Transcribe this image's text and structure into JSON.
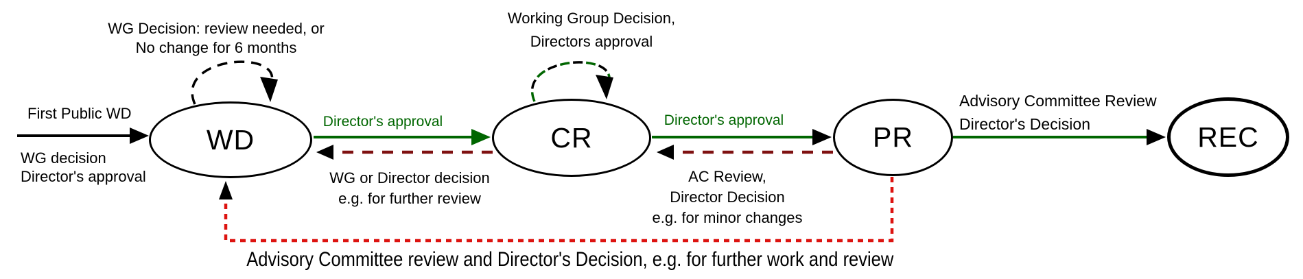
{
  "nodes": {
    "wd": {
      "label": "WD"
    },
    "cr": {
      "label": "CR"
    },
    "pr": {
      "label": "PR"
    },
    "rec": {
      "label": "REC"
    }
  },
  "edges": {
    "start_to_wd": {
      "title": "First Public WD",
      "lines": [
        "WG decision",
        "Director's approval"
      ]
    },
    "wd_self_loop": {
      "lines": [
        "WG Decision: review needed, or",
        "No change for 6 months"
      ]
    },
    "wd_to_cr": {
      "label": "Director's approval"
    },
    "cr_to_wd": {
      "lines": [
        "WG or Director decision",
        "e.g. for further review"
      ]
    },
    "cr_self_loop": {
      "lines": [
        "Working Group Decision,",
        "Directors approval"
      ]
    },
    "cr_to_pr": {
      "label": "Director's approval"
    },
    "pr_to_cr": {
      "lines": [
        "AC Review,",
        "Director Decision",
        "e.g. for minor changes"
      ]
    },
    "pr_to_rec": {
      "lines": [
        "Advisory Committee Review",
        "Director's Decision"
      ]
    },
    "pr_to_wd": {
      "label": "Advisory Committee review and Director's Decision, e.g. for further work and review"
    }
  },
  "colors": {
    "approval_green": "#006600",
    "return_dark_red": "#7f1111",
    "rework_red": "#dd1310",
    "line_black": "#000000",
    "background": "#ffffff"
  }
}
